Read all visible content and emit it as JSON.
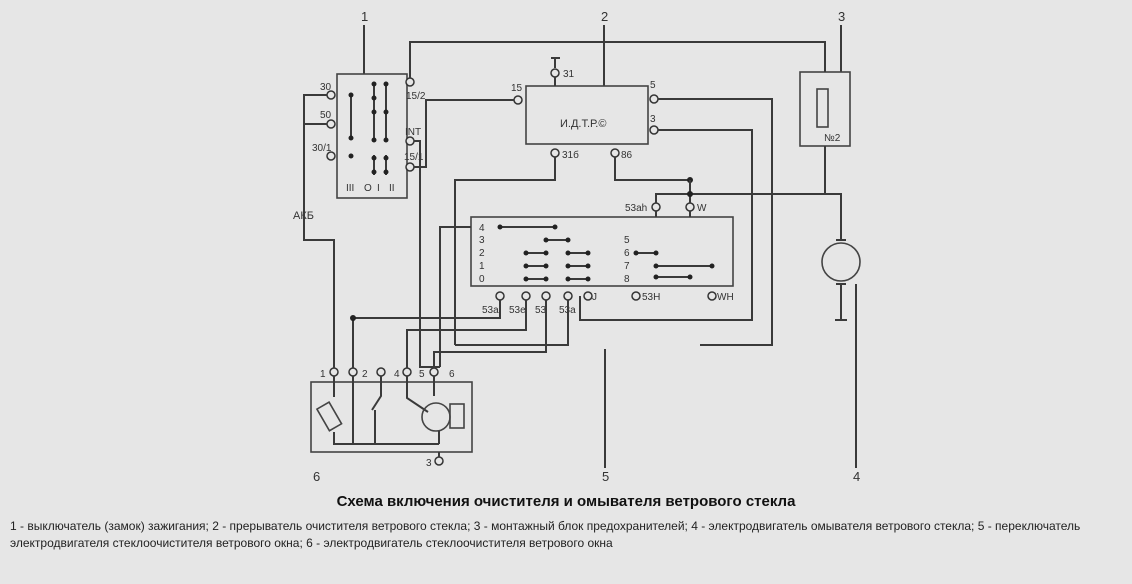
{
  "caption": {
    "title": "Схема включения очистителя и омывателя ветрового стекла",
    "description": "1 - выключатель (замок) зажигания; 2 - прерыватель очистителя ветрового стекла; 3 - монтажный блок предохранителей; 4 - электродвигатель омывателя ветрового стекла; 5 - переключатель электродвигателя стеклоочистителя ветрового окна; 6 - электродвигатель стеклоочистителя ветрового окна"
  },
  "diagram": {
    "callouts": {
      "c1": "1",
      "c2": "2",
      "c3": "3",
      "c4": "4",
      "c5": "5",
      "c6": "6"
    },
    "ignition_switch": {
      "t30": "30",
      "t50": "50",
      "t30_1": "30/1",
      "t15_2": "15/2",
      "tINT": "INT",
      "t15_1": "15/1",
      "pos_iii": "III",
      "pos_o": "O",
      "pos_i": "I",
      "pos_ii": "II"
    },
    "battery": "АКБ",
    "relay": {
      "label": "И.Д.Т.Р.©",
      "t31": "31",
      "t15": "15",
      "t5": "5",
      "t3": "3",
      "t31b": "31б",
      "t86": "86"
    },
    "fuse_block": {
      "fuse": "№2"
    },
    "switch": {
      "t53ah": "53ah",
      "tW": "W",
      "left_positions": [
        "4",
        "3",
        "2",
        "1",
        "0"
      ],
      "right_positions": [
        "5",
        "6",
        "7",
        "8"
      ],
      "t53a": "53a",
      "t53e": "53e",
      "t53": "53",
      "t53a_2": "53a",
      "tJ": "J",
      "t53H": "53H",
      "tWH": "WH"
    },
    "wiper_motor": {
      "t1": "1",
      "t2": "2",
      "t4": "4",
      "t5": "5",
      "t6": "6",
      "t3": "3"
    }
  }
}
